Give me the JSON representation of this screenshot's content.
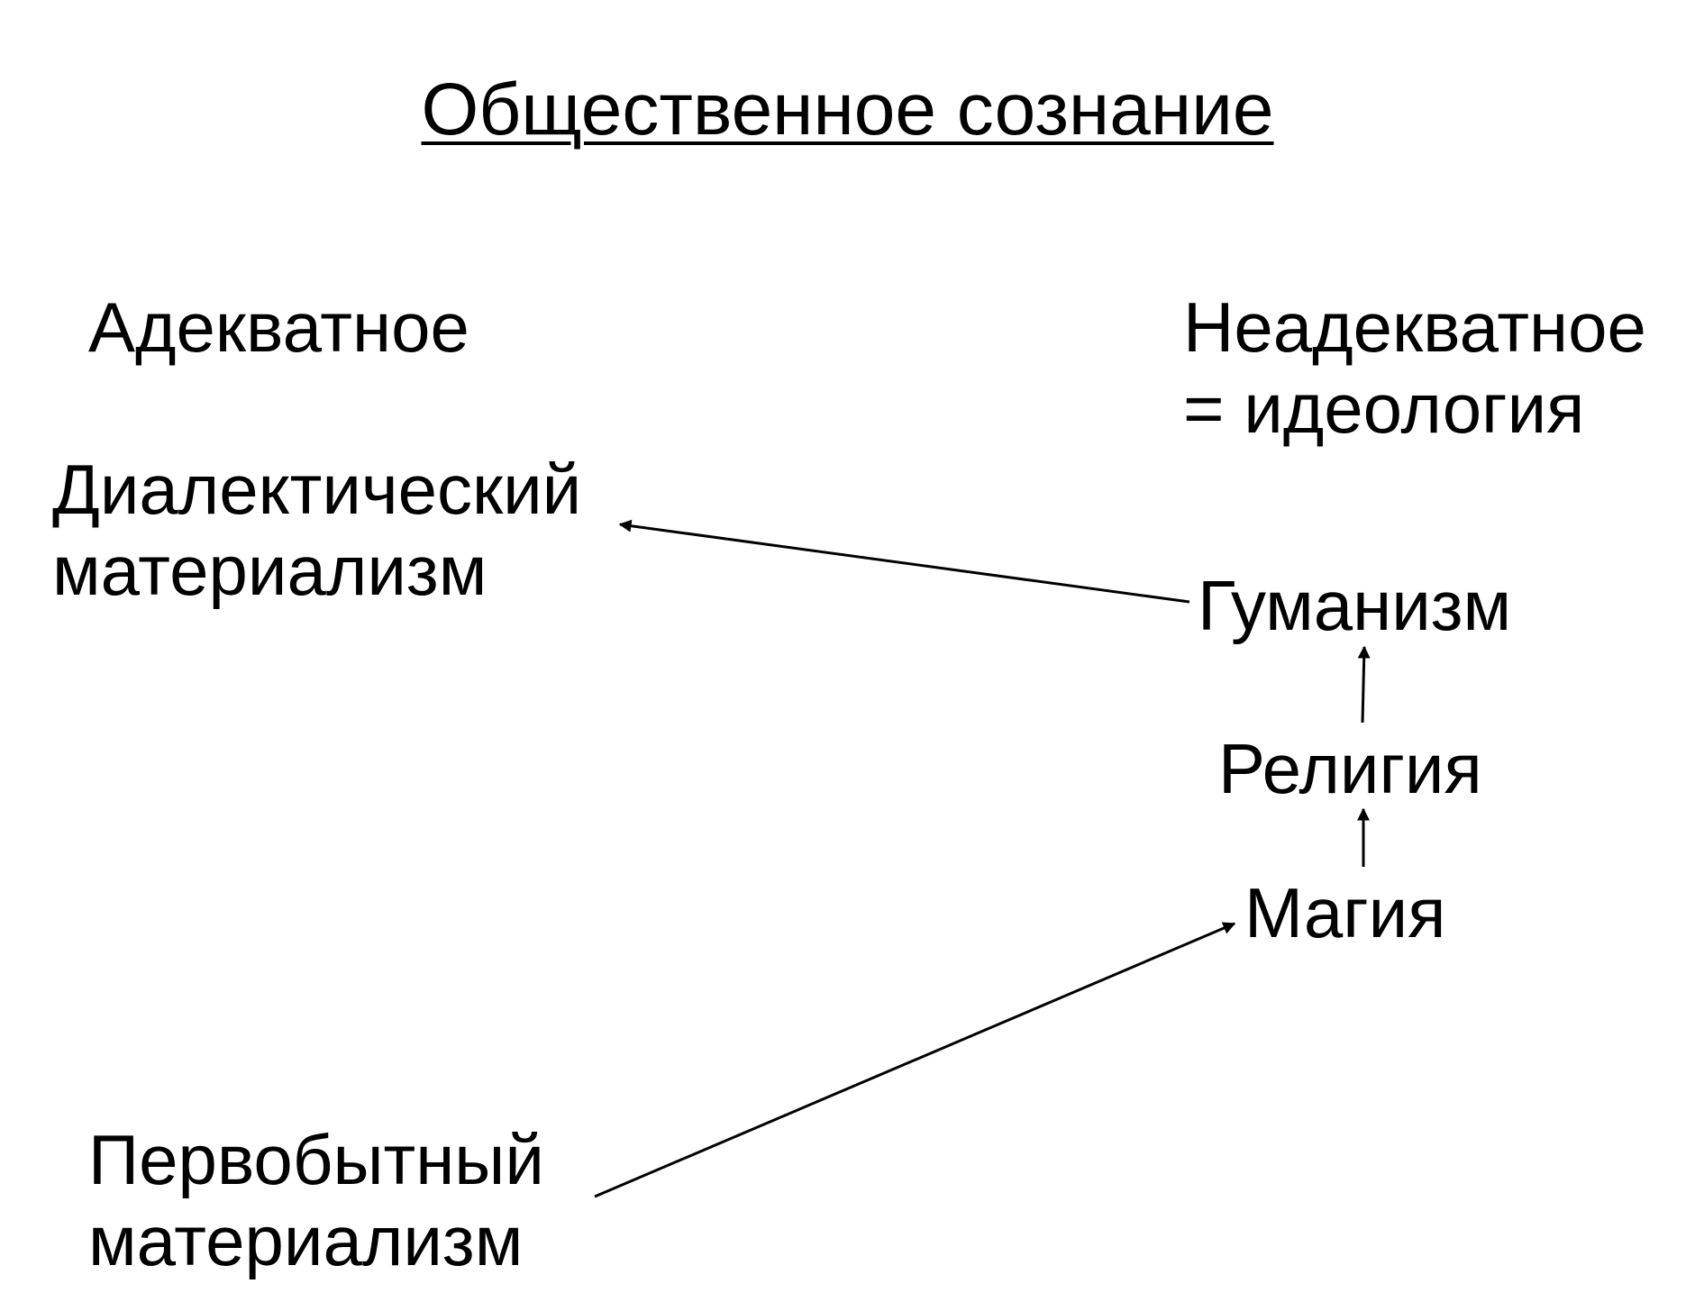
{
  "title": "Общественное сознание",
  "nodes": {
    "adequate": "Адекватное",
    "inadequate_line1": "Неадекватное",
    "inadequate_line2": "= идеология",
    "dialectical_line1": "Диалектический",
    "dialectical_line2": "материализм",
    "humanism": "Гуманизм",
    "religion": "Религия",
    "magic": "Магия",
    "primitive_line1": "Первобытный",
    "primitive_line2": "материализм"
  },
  "edges": [
    {
      "from": "Первобытный материализм",
      "to": "Магия"
    },
    {
      "from": "Магия",
      "to": "Религия"
    },
    {
      "from": "Религия",
      "to": "Гуманизм"
    },
    {
      "from": "Гуманизм",
      "to": "Диалектический материализм"
    }
  ],
  "colors": {
    "text": "#000000",
    "background": "#ffffff"
  }
}
